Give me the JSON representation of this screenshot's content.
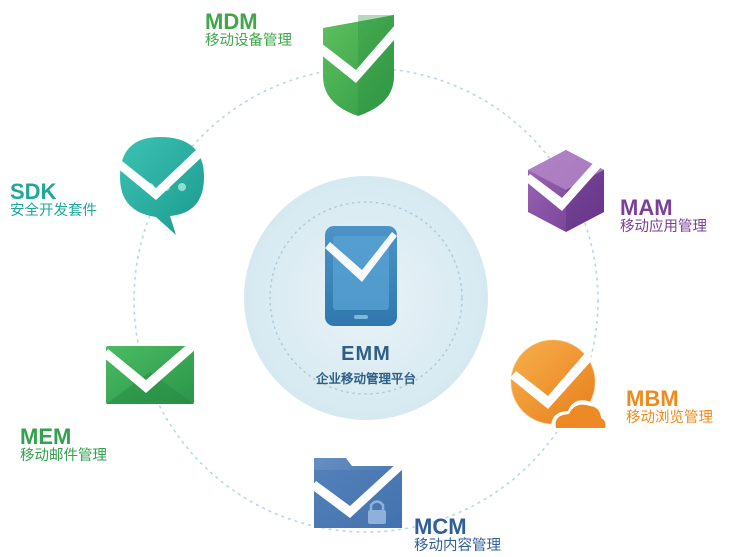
{
  "center": {
    "abbr": "EMM",
    "name": "企业移动管理平台",
    "color": "#2f5f86"
  },
  "modules": [
    {
      "id": "mdm",
      "abbr": "MDM",
      "name": "移动设备管理",
      "color": "#3fa64a",
      "icon": "shield-icon"
    },
    {
      "id": "mam",
      "abbr": "MAM",
      "name": "移动应用管理",
      "color": "#7b3f98",
      "icon": "cube-icon"
    },
    {
      "id": "mbm",
      "abbr": "MBM",
      "name": "移动浏览管理",
      "color": "#f08a1c",
      "icon": "cloud-globe-icon"
    },
    {
      "id": "mcm",
      "abbr": "MCM",
      "name": "移动内容管理",
      "color": "#2f5f98",
      "icon": "folder-lock-icon"
    },
    {
      "id": "mem",
      "abbr": "MEM",
      "name": "移动邮件管理",
      "color": "#33a14f",
      "icon": "envelope-icon"
    },
    {
      "id": "sdk",
      "abbr": "SDK",
      "name": "安全开发套件",
      "color": "#1fa79b",
      "icon": "chat-bubble-icon"
    }
  ]
}
